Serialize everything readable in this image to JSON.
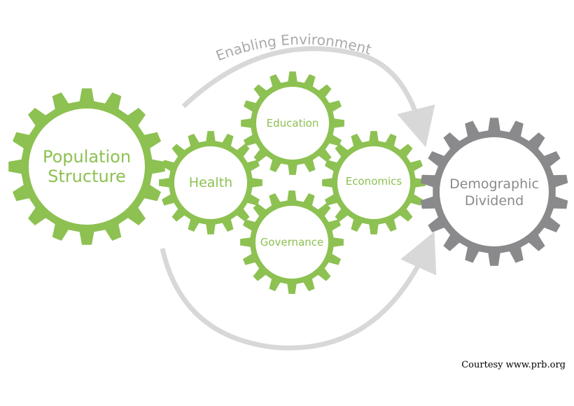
{
  "enabling_label": "Enabling Environment",
  "colors": {
    "green": "#8dc152",
    "gray": "#8a8a8c",
    "arrow": "#d8d8d8",
    "label_gray": "#a9a9ab"
  },
  "gears": {
    "population": {
      "line1": "Population",
      "line2": "Structure"
    },
    "health": {
      "label": "Health"
    },
    "education": {
      "label": "Education"
    },
    "governance": {
      "label": "Governance"
    },
    "economics": {
      "label": "Economics"
    },
    "dividend": {
      "line1": "Demographic",
      "line2": "Dividend"
    }
  },
  "credit": "Courtesy www.prb.org"
}
